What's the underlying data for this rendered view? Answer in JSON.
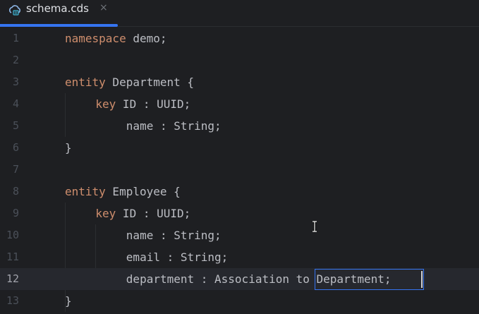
{
  "tab": {
    "icon": "cds-cloud-file-icon",
    "label": "schema.cds",
    "close": "×",
    "accent_color": "#3574f0"
  },
  "editor": {
    "current_line": 12,
    "lines": [
      {
        "n": "1",
        "indent": 0,
        "tokens": [
          {
            "t": "namespace",
            "k": true
          },
          {
            "t": " demo;",
            "k": false
          }
        ]
      },
      {
        "n": "2",
        "indent": 0,
        "tokens": []
      },
      {
        "n": "3",
        "indent": 0,
        "tokens": [
          {
            "t": "entity",
            "k": true
          },
          {
            "t": " Department {",
            "k": false
          }
        ]
      },
      {
        "n": "4",
        "indent": 1,
        "tokens": [
          {
            "t": "key",
            "k": true
          },
          {
            "t": " ID : UUID;",
            "k": false
          }
        ]
      },
      {
        "n": "5",
        "indent": 2,
        "tokens": [
          {
            "t": "name : String;",
            "k": false
          }
        ]
      },
      {
        "n": "6",
        "indent": 0,
        "tokens": [
          {
            "t": "}",
            "k": false
          }
        ]
      },
      {
        "n": "7",
        "indent": 0,
        "tokens": []
      },
      {
        "n": "8",
        "indent": 0,
        "tokens": [
          {
            "t": "entity",
            "k": true
          },
          {
            "t": " Employee {",
            "k": false
          }
        ]
      },
      {
        "n": "9",
        "indent": 1,
        "tokens": [
          {
            "t": "key",
            "k": true
          },
          {
            "t": " ID : UUID;",
            "k": false
          }
        ]
      },
      {
        "n": "10",
        "indent": 2,
        "tokens": [
          {
            "t": "name : String;",
            "k": false
          }
        ]
      },
      {
        "n": "11",
        "indent": 2,
        "tokens": [
          {
            "t": "email : String;",
            "k": false
          }
        ]
      },
      {
        "n": "12",
        "indent": 2,
        "tokens": [
          {
            "t": "department : Association to Department;",
            "k": false
          }
        ]
      },
      {
        "n": "13",
        "indent": 0,
        "tokens": [
          {
            "t": "}",
            "k": false
          }
        ]
      }
    ],
    "highlight": {
      "line": 12,
      "text": "to Department;"
    }
  },
  "colors": {
    "background": "#1e1f22",
    "keyword": "#cf8e6d",
    "text": "#bcbec4",
    "line_number": "#4b5059",
    "selection_border": "#3574f0"
  }
}
